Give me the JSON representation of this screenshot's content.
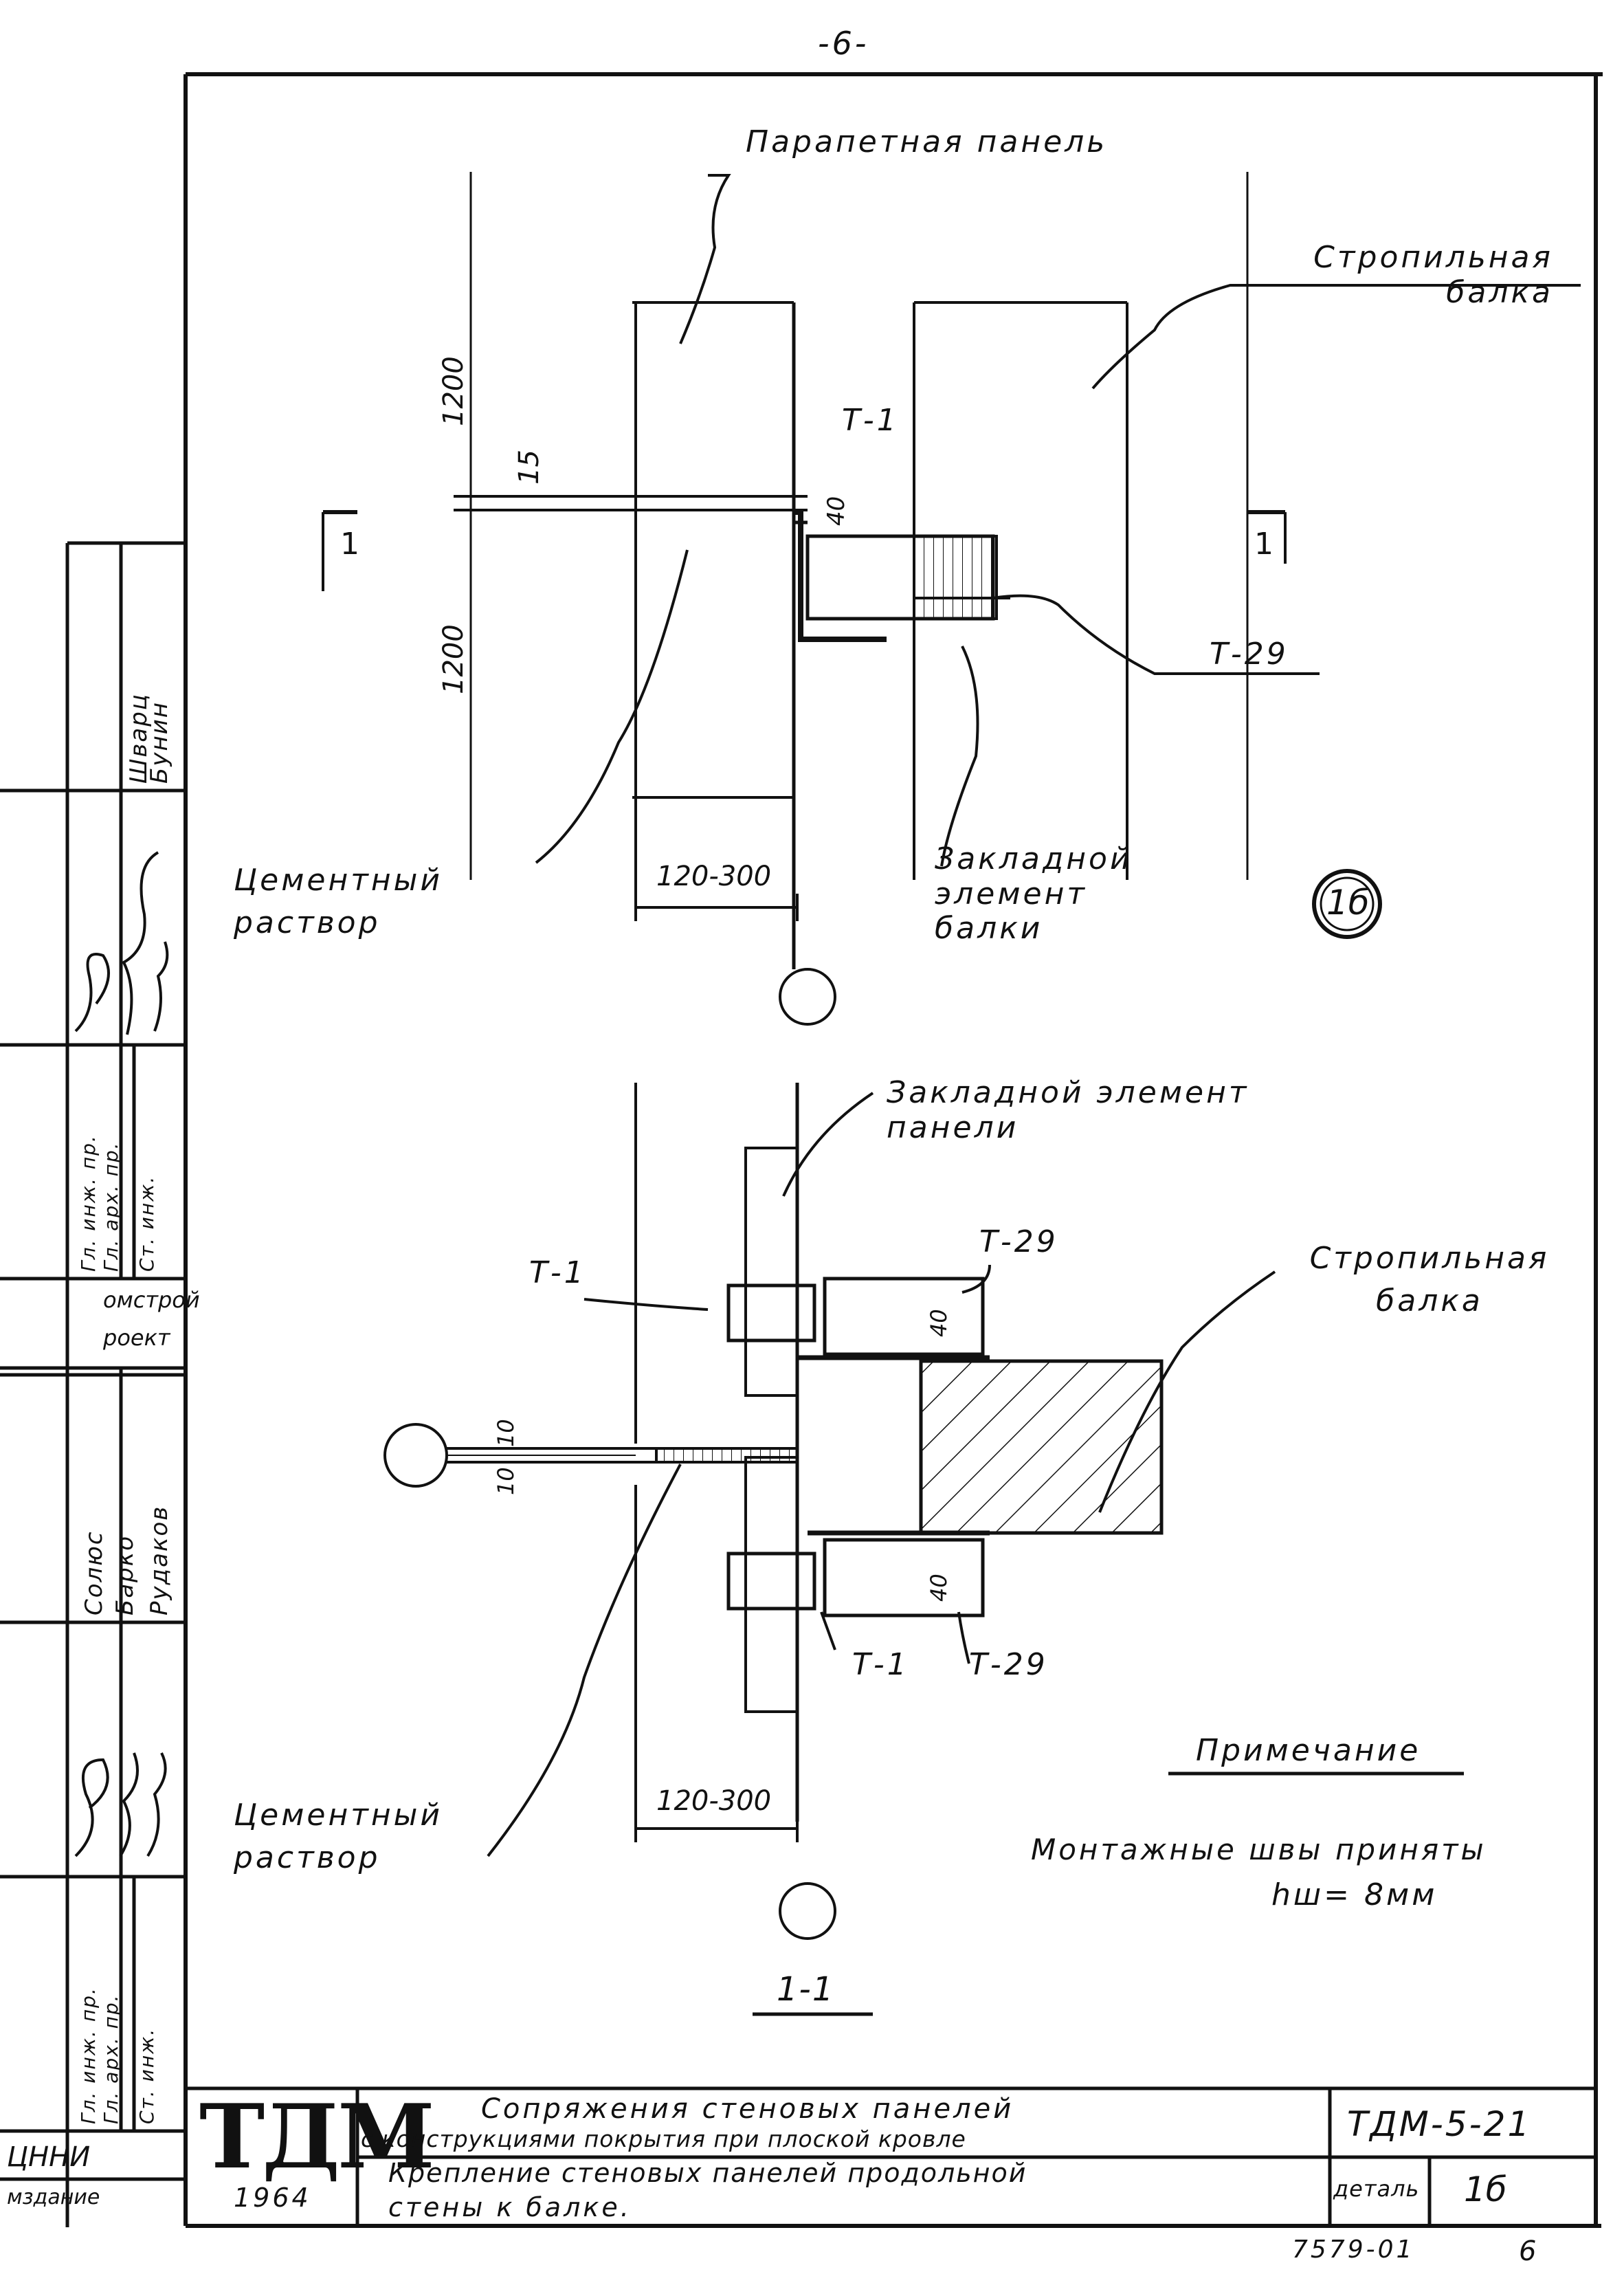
{
  "page_number": "-6-",
  "top_view": {
    "label_parapet": "Парапетная панель",
    "label_beam": "Стропильная балка",
    "label_mortar": "Цементный раствор",
    "label_embedded": "Закладной элемент балки",
    "tag_t1": "Т-1",
    "tag_t29": "Т-29",
    "dim_top": "1200",
    "dim_bottom": "1200",
    "dim_gap": "15",
    "dim_weld": "40",
    "dim_width": "120-300",
    "section_mark_left": "1",
    "section_mark_right": "1"
  },
  "detail_marker": "1б",
  "section_view": {
    "label_embedded_panel": "Закладной элемент панели",
    "label_beam": "Стропильная балка",
    "label_mortar": "Цементный раствор",
    "tag_t1_top": "Т-1",
    "tag_t29_top": "Т-29",
    "tag_t1_bottom": "Т-1",
    "tag_t29_bottom": "Т-29",
    "dim_seam_top": "10",
    "dim_seam_bottom": "10",
    "dim_weld_top": "40",
    "dim_weld_bottom": "40",
    "dim_width": "120-300",
    "section_title": "1-1"
  },
  "note": {
    "heading": "Примечание",
    "line1": "Монтажные швы приняты",
    "line2": "hш= 8мм"
  },
  "title_block": {
    "logo": "ТДМ",
    "year": "1964",
    "title_line1": "Сопряжения стеновых панелей",
    "title_line2": "с конструкциями покрытия при плоской кровле",
    "subtitle_line1": "Крепление стеновых панелей продольной",
    "subtitle_line2": "стены к балке.",
    "code": "ТДМ-5-21",
    "detail_label": "деталь",
    "detail_number": "1б",
    "sheet_ref": "7579-01",
    "sheet_number": "6"
  },
  "side_stamp": {
    "names_upper": [
      "Шварц",
      "Бунин"
    ],
    "roles_upper": [
      "Гл. инж. пр.",
      "Гл. арх. пр.",
      "Ст. инж."
    ],
    "org": [
      "омстрой",
      "роект"
    ],
    "names_lower": [
      "Солюс",
      "Барко",
      "Рудаков"
    ],
    "roles_lower": [
      "Гл. инж. пр.",
      "Гл. арх. пр.",
      "Ст. инж."
    ],
    "bottom": [
      "ЦННИ",
      "мздание"
    ]
  }
}
